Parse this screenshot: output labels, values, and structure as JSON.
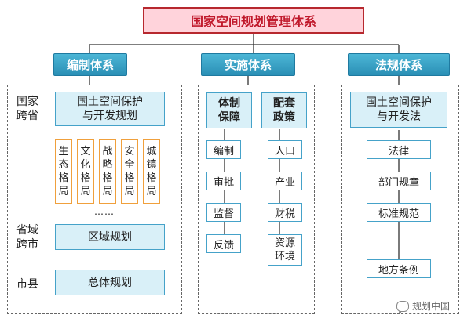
{
  "title": "国家空间规划管理体系",
  "systems": {
    "left": "编制体系",
    "middle": "实施体系",
    "right": "法规体系"
  },
  "left": {
    "label_national": "国家\n跨省",
    "national_plan": "国土空间保护\n与开发规划",
    "special_plans": [
      "生\n态\n格\n局",
      "文\n化\n格\n局",
      "战\n略\n格\n局",
      "安\n全\n格\n局",
      "城\n镇\n格\n局"
    ],
    "ellipsis": "……",
    "label_province": "省域\n跨市",
    "regional_plan": "区域规划",
    "label_city": "市县",
    "master_plan": "总体规划"
  },
  "middle": {
    "col1_header": "体制\n保障",
    "col1_items": [
      "编制",
      "审批",
      "监督",
      "反馈"
    ],
    "col2_header": "配套\n政策",
    "col2_items": [
      "人口",
      "产业",
      "财税",
      "资源\n环境"
    ]
  },
  "right": {
    "header": "国土空间保护\n与开发法",
    "items": [
      "法律",
      "部门规章",
      "标准规范",
      "地方条例"
    ]
  },
  "watermark": "规划中国",
  "colors": {
    "title_fill": "#ffd3db",
    "title_border": "#b7282e",
    "system_fill": "#2a9cc4",
    "box_fill": "#d9f0f8",
    "box_border": "#45a2c9",
    "special_border": "#f0a03c"
  }
}
